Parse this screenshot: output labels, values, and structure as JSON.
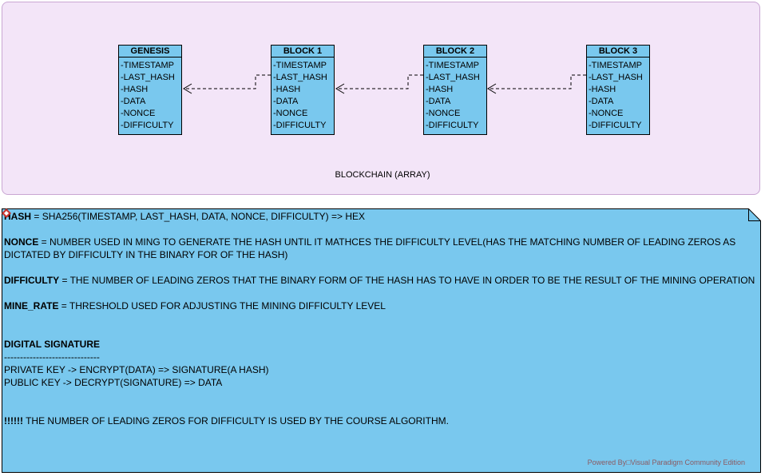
{
  "diagram": {
    "package_label": "BLOCKCHAIN (ARRAY)",
    "blocks": [
      {
        "title": "GENESIS",
        "attrs": [
          "-TIMESTAMP",
          "-LAST_HASH",
          "-HASH",
          "-DATA",
          "-NONCE",
          "-DIFFICULTY"
        ]
      },
      {
        "title": "BLOCK 1",
        "attrs": [
          "-TIMESTAMP",
          "-LAST_HASH",
          "-HASH",
          "-DATA",
          "-NONCE",
          "-DIFFICULTY"
        ]
      },
      {
        "title": "BLOCK 2",
        "attrs": [
          "-TIMESTAMP",
          "-LAST_HASH",
          "-HASH",
          "-DATA",
          "-NONCE",
          "-DIFFICULTY"
        ]
      },
      {
        "title": "BLOCK 3",
        "attrs": [
          "-TIMESTAMP",
          "-LAST_HASH",
          "-HASH",
          "-DATA",
          "-NONCE",
          "-DIFFICULTY"
        ]
      }
    ]
  },
  "note": {
    "hash_term": "HASH",
    "hash_def": " = SHA256(TIMESTAMP, LAST_HASH, DATA, NONCE, DIFFICULTY) => HEX",
    "nonce_term": "NONCE",
    "nonce_def": " = NUMBER USED IN MING TO GENERATE THE HASH UNTIL IT MATHCES THE DIFFICULTY LEVEL(HAS THE MATCHING NUMBER OF LEADING ZEROS AS DICTATED BY DIFFICULTY IN THE BINARY FOR OF THE HASH)",
    "difficulty_term": "DIFFICULTY",
    "difficulty_def": " = THE NUMBER OF LEADING ZEROS THAT THE BINARY FORM OF THE HASH HAS TO HAVE IN ORDER TO BE THE RESULT OF THE MINING OPERATION",
    "mine_rate_term": "MINE_RATE",
    "mine_rate_def": " = THRESHOLD USED FOR ADJUSTING THE MINING DIFFICULTY LEVEL",
    "signature_heading": "DIGITAL SIGNATURE",
    "separator": "------------------------------",
    "private_key_line": "PRIVATE KEY -> ENCRYPT(DATA) => SIGNATURE(A HASH)",
    "public_key_line": "PUBLIC KEY -> DECRYPT(SIGNATURE) => DATA",
    "warning_marks": "!!!!!!",
    "warning_text": " THE NUMBER OF LEADING ZEROS FOR DIFFICULTY IS USED BY THE COURSE ALGORITHM."
  },
  "watermark": "Powered By□Visual Paradigm Community Edition",
  "colors": {
    "block_fill": "#79c8ee",
    "package_fill": "#f3e5f8",
    "package_border": "#c9a6d3",
    "note_fill": "#79c8ee"
  }
}
